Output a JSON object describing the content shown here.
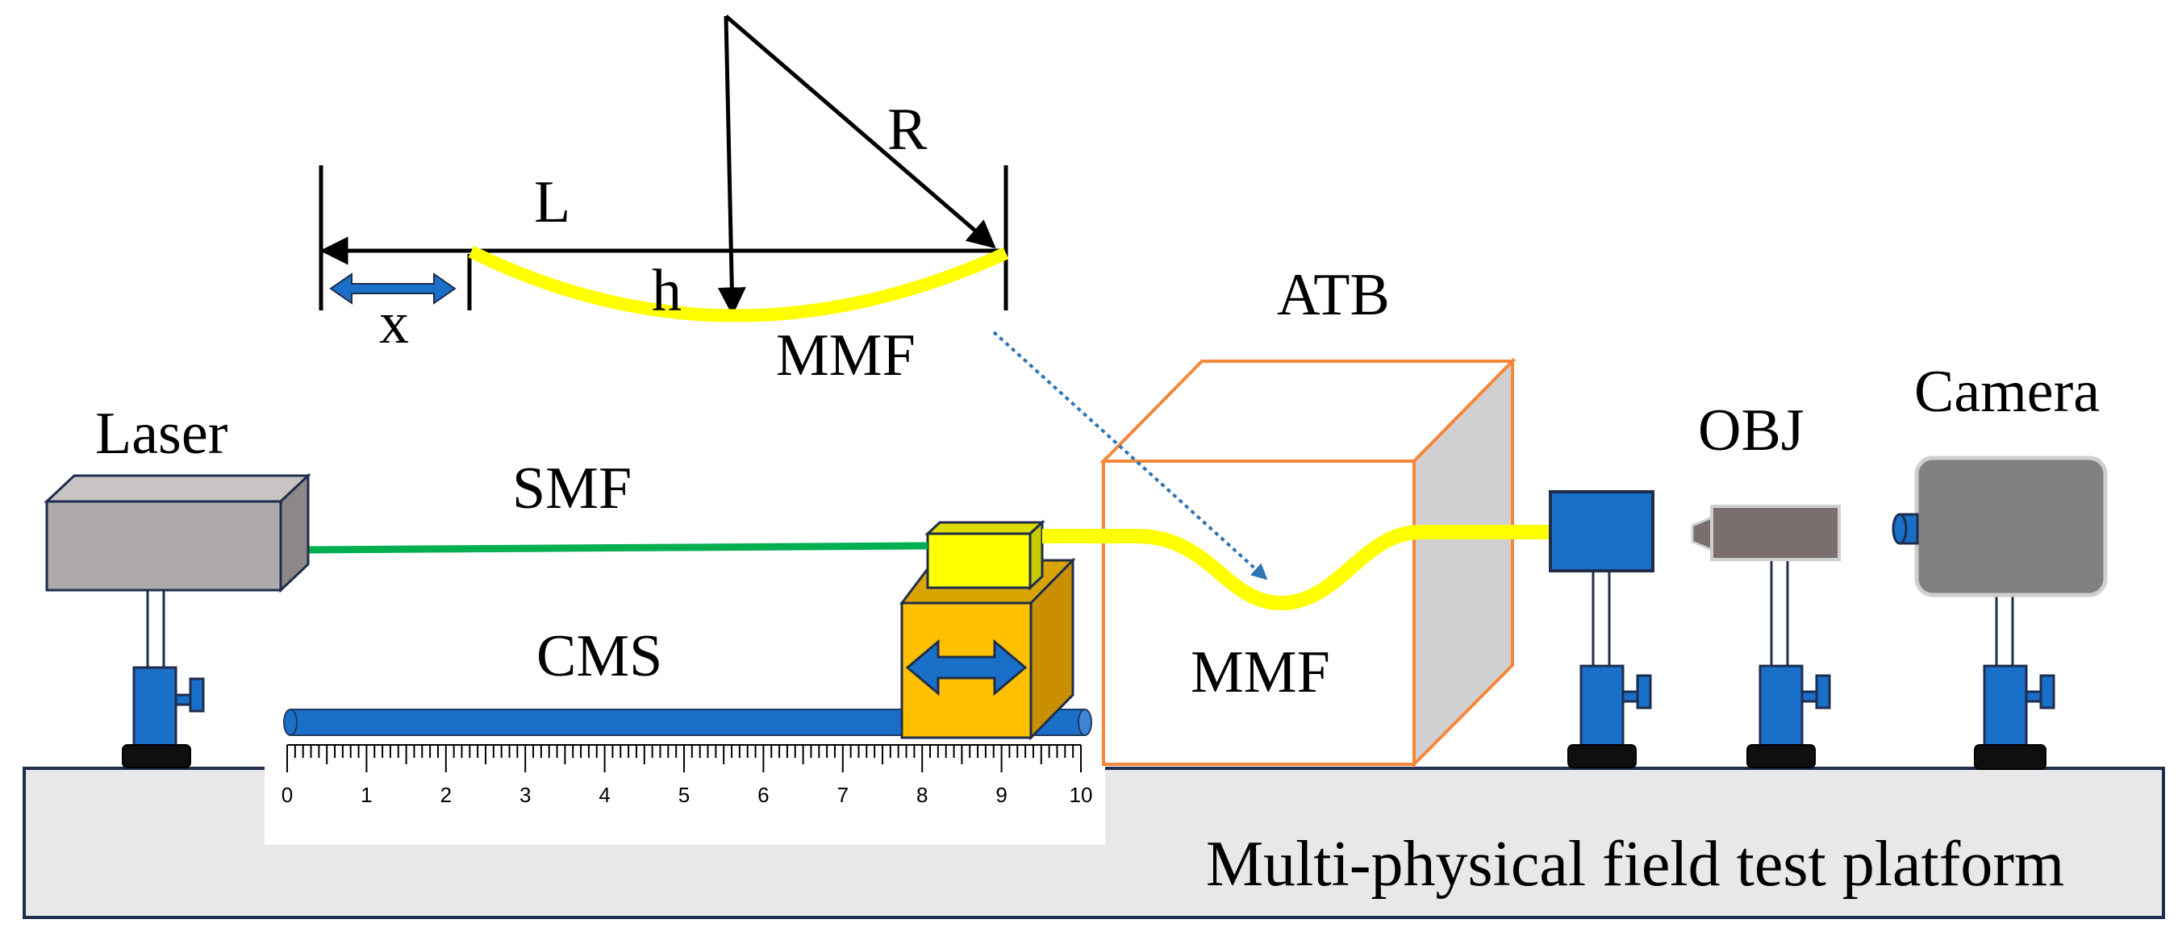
{
  "labels": {
    "laser": "Laser",
    "smf": "SMF",
    "cms": "CMS",
    "atb": "ATB",
    "mmf_box": "MMF",
    "mmf_top": "MMF",
    "obj": "OBJ",
    "camera": "Camera",
    "platform": "Multi-physical field test platform",
    "L": "L",
    "R": "R",
    "h": "h",
    "x": "x"
  },
  "ruler": {
    "ticks": [
      "0",
      "1",
      "2",
      "3",
      "4",
      "5",
      "6",
      "7",
      "8",
      "9",
      "10"
    ],
    "minor_per_major": 10
  },
  "colors": {
    "fiber_mmf": "#ffff00",
    "fiber_smf": "#00b050",
    "stage_blue": "#1a6fc9",
    "box_orange": "#f5873a",
    "platform": "#e8e8ea",
    "laser_gray": "#aeaaaa",
    "cms_carriage": "#ffc000",
    "camera_gray": "#808080",
    "arrow_dotted": "#2e75b6"
  }
}
